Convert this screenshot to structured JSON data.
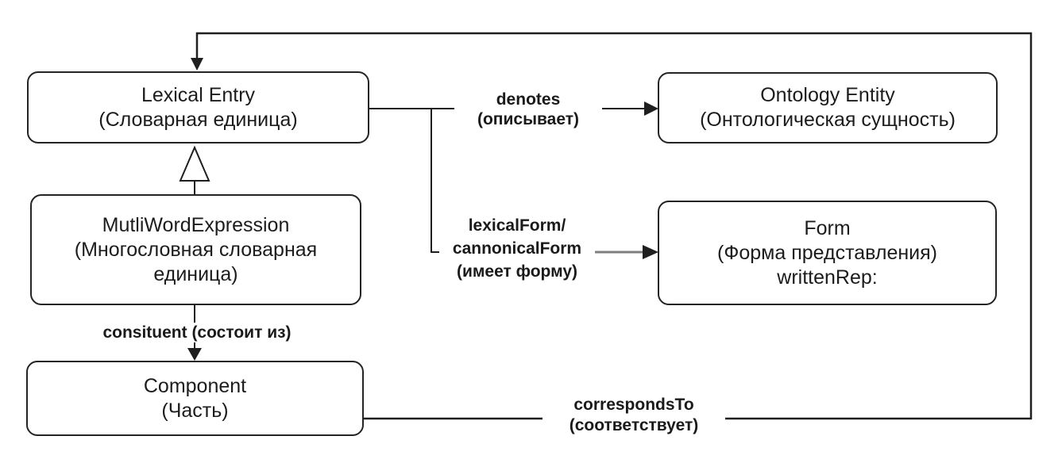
{
  "diagram": {
    "background_color": "#ffffff",
    "line_color": "#1f1f1f",
    "gray_line_color": "#7f7f7f",
    "nodes": {
      "lexical_entry": {
        "title": "Lexical Entry",
        "subtitle": "(Словарная единица)"
      },
      "ontology_entity": {
        "title": "Ontology Entity",
        "subtitle": "(Онтологическая сущность)"
      },
      "multi_word_expression": {
        "title": "MutliWordExpression",
        "subtitle": "(Многословная словарная единица)"
      },
      "form": {
        "title": "Form",
        "subtitle": "(Форма представления)",
        "extra": "writtenRep:"
      },
      "component": {
        "title": "Component",
        "subtitle": "(Часть)"
      }
    },
    "edges": {
      "denotes": {
        "label": "denotes",
        "sublabel": "(описывает)"
      },
      "lexical_form": {
        "label_line1": "lexicalForm/",
        "label_line2": "cannonicalForm",
        "sublabel": "(имеет форму)"
      },
      "constituent": {
        "label": "consituent (состоит из)"
      },
      "corresponds_to": {
        "label": "correspondsTo",
        "sublabel": "(соответствует)"
      }
    }
  }
}
